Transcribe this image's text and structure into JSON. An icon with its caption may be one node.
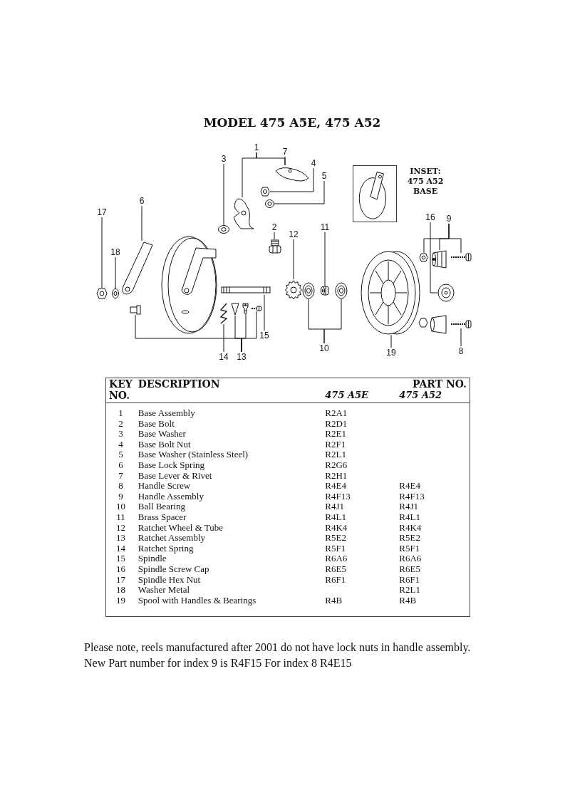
{
  "diagram": {
    "title": "MODEL 475 A5E, 475 A52",
    "nodes": [
      {
        "text": [
          "1"
        ]
      },
      {
        "text": [
          "2"
        ]
      },
      {
        "text": [
          "3"
        ]
      },
      {
        "text": [
          "4"
        ]
      },
      {
        "text": [
          "5"
        ]
      },
      {
        "text": [
          "6"
        ]
      },
      {
        "text": [
          "7"
        ]
      },
      {
        "text": [
          "8"
        ]
      },
      {
        "text": [
          "9"
        ]
      },
      {
        "text": [
          "10"
        ]
      },
      {
        "text": [
          "11"
        ]
      },
      {
        "text": [
          "12"
        ]
      },
      {
        "text": [
          "13"
        ]
      },
      {
        "text": [
          "14"
        ]
      },
      {
        "text": [
          "15"
        ]
      },
      {
        "text": [
          "16"
        ]
      },
      {
        "text": [
          "17"
        ]
      },
      {
        "text": [
          "18"
        ]
      },
      {
        "text": [
          "19"
        ]
      },
      {
        "text": [],
        "shape": "picture",
        "beside": [
          "INSET: 475 A52 BASE"
        ]
      },
      {
        "text": [],
        "shape": "picture"
      },
      {
        "text": [],
        "shape": "picture"
      },
      {
        "text": [],
        "shape": "picture"
      },
      {
        "text": [],
        "shape": "picture"
      },
      {
        "text": [],
        "shape": "picture"
      },
      {
        "text": [],
        "shape": "picture"
      },
      {
        "text": [],
        "shape": "picture"
      },
      {
        "text": [],
        "shape": "picture"
      },
      {
        "text": [],
        "shape": "picture"
      },
      {
        "text": [],
        "shape": "picture"
      },
      {
        "text": [],
        "shape": "picture"
      },
      {
        "text": [],
        "shape": "picture"
      },
      {
        "text": [],
        "shape": "picture"
      },
      {
        "text": [],
        "shape": "picture"
      },
      {
        "text": [],
        "shape": "picture"
      },
      {
        "text": [],
        "shape": "picture"
      },
      {
        "text": [],
        "shape": "picture"
      },
      {
        "text": [],
        "shape": "picture"
      },
      {
        "text": [],
        "shape": "picture"
      },
      {
        "text": [],
        "shape": "picture"
      },
      {
        "text": [],
        "shape": "picture"
      },
      {
        "text": [],
        "shape": "picture"
      },
      {
        "text": [],
        "shape": "picture"
      },
      {
        "text": [],
        "shape": "picture"
      },
      {
        "text": [],
        "shape": "picture"
      }
    ],
    "edges": [
      {
        "from": 0,
        "to": 23,
        "arrow": "none"
      },
      {
        "from": 0,
        "to": 20,
        "arrow": "none"
      },
      {
        "from": 6,
        "to": 20,
        "arrow": "none"
      },
      {
        "from": 1,
        "to": 25,
        "arrow": "none"
      },
      {
        "from": 2,
        "to": 24,
        "arrow": "none"
      },
      {
        "from": 3,
        "to": 21,
        "arrow": "none"
      },
      {
        "from": 4,
        "to": 22,
        "arrow": "none"
      },
      {
        "from": 5,
        "to": 26,
        "arrow": "none"
      },
      {
        "from": 7,
        "to": 44,
        "arrow": "none"
      },
      {
        "from": 8,
        "to": 40,
        "arrow": "none"
      },
      {
        "from": 8,
        "to": 41,
        "arrow": "none"
      },
      {
        "from": 8,
        "to": 42,
        "arrow": "none"
      },
      {
        "from": 9,
        "to": 36,
        "arrow": "none"
      },
      {
        "from": 9,
        "to": 38,
        "arrow": "none"
      },
      {
        "from": 10,
        "to": 37,
        "arrow": "none"
      },
      {
        "from": 11,
        "to": 35,
        "arrow": "none"
      },
      {
        "from": 12,
        "to": 30,
        "arrow": "none"
      },
      {
        "from": 12,
        "to": 32,
        "arrow": "none"
      },
      {
        "from": 12,
        "to": 33,
        "arrow": "none"
      },
      {
        "from": 12,
        "to": 34,
        "arrow": "none"
      },
      {
        "from": 13,
        "to": 31,
        "arrow": "none"
      },
      {
        "from": 14,
        "to": 29,
        "arrow": "none"
      },
      {
        "from": 15,
        "to": 43,
        "arrow": "none"
      },
      {
        "from": 16,
        "to": 28,
        "arrow": "none"
      },
      {
        "from": 17,
        "to": 27,
        "arrow": "none"
      },
      {
        "from": 18,
        "to": 39,
        "arrow": "none"
      }
    ],
    "labels": [
      "KEY NO.",
      "DESCRIPTION",
      "PART NO.",
      "475 A5E",
      "475 A52",
      "1",
      "Base Assembly",
      "R2A1",
      "2",
      "Base Bolt",
      "R2D1",
      "3",
      "Base Washer",
      "R2E1",
      "4",
      "Base Bolt Nut",
      "R2F1",
      "5",
      "Base Washer (Stainless Steel)",
      "R2L1",
      "6",
      "Base Lock Spring",
      "R2G6",
      "7",
      "Base Lever & Rivet",
      "R2H1",
      "8",
      "Handle Screw",
      "R4E4",
      "R4E4",
      "9",
      "Handle Assembly",
      "R4F13",
      "R4F13",
      "10",
      "Ball Bearing",
      "R4J1",
      "R4J1",
      "11",
      "Brass Spacer",
      "R4L1",
      "R4L1",
      "12",
      "Ratchet Wheel & Tube",
      "R4K4",
      "R4K4",
      "13",
      "Ratchet Assembly",
      "R5E2",
      "R5E2",
      "14",
      "Ratchet Spring",
      "R5F1",
      "R5F1",
      "15",
      "Spindle",
      "R6A6",
      "R6A6",
      "16",
      "Spindle Screw Cap",
      "R6E5",
      "R6E5",
      "17",
      "Spindle Hex Nut",
      "R6F1",
      "R6F1",
      "18",
      "Washer Metal",
      "R2L1",
      "19",
      "Spool with Handles & Bearings",
      "R4B",
      "R4B",
      "Please note, reels manufactured after 2001 do not have lock nuts in handle assembly. New Part number for index 9 is R4F15 For index 8 R4E15"
    ]
  }
}
